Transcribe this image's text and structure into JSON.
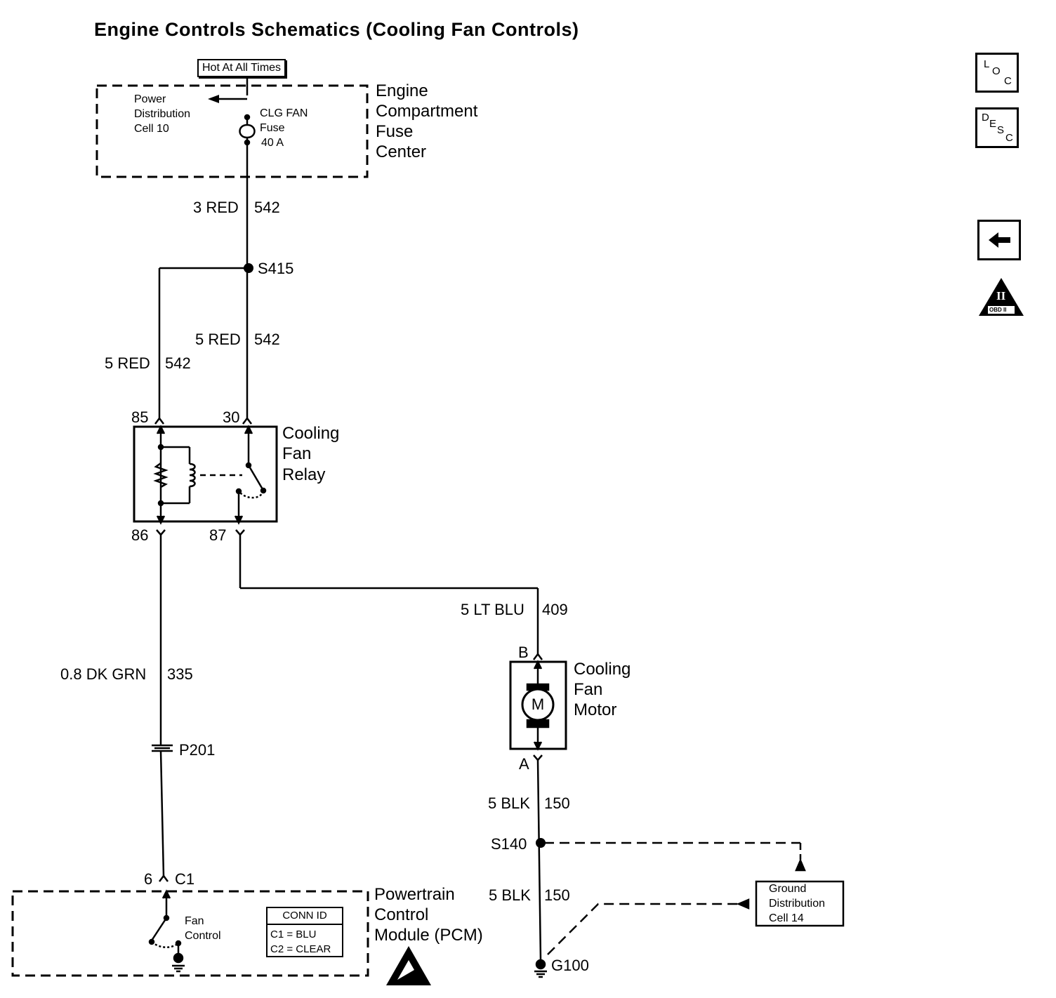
{
  "title": "Engine Controls Schematics (Cooling Fan Controls)",
  "hot_label": "Hot At All Times",
  "fuse_center": {
    "name_lines": [
      "Engine",
      "Compartment",
      "Fuse",
      "Center"
    ],
    "power_dist": [
      "Power",
      "Distribution",
      "Cell 10"
    ],
    "fuse": [
      "CLG FAN",
      "Fuse",
      "40 A"
    ]
  },
  "wires": {
    "w1": {
      "gauge_color": "3 RED",
      "circuit": "542"
    },
    "w2": {
      "gauge_color": "5 RED",
      "circuit": "542"
    },
    "w3": {
      "gauge_color": "5 RED",
      "circuit": "542"
    },
    "w4": {
      "gauge_color": "0.8 DK GRN",
      "circuit": "335"
    },
    "w5": {
      "gauge_color": "5 LT BLU",
      "circuit": "409"
    },
    "w6": {
      "gauge_color": "5 BLK",
      "circuit": "150"
    },
    "w7": {
      "gauge_color": "5 BLK",
      "circuit": "150"
    }
  },
  "splices": {
    "s415": "S415",
    "s140": "S140",
    "p201": "P201",
    "g100": "G100"
  },
  "relay": {
    "name_lines": [
      "Cooling",
      "Fan",
      "Relay"
    ],
    "pins": {
      "p85": "85",
      "p30": "30",
      "p86": "86",
      "p87": "87"
    }
  },
  "motor": {
    "name_lines": [
      "Cooling",
      "Fan",
      "Motor"
    ],
    "symbol": "M",
    "pins": {
      "b": "B",
      "a": "A"
    }
  },
  "pcm": {
    "name_lines": [
      "Powertrain",
      "Control",
      "Module (PCM)"
    ],
    "pin": "6",
    "connector": "C1",
    "switch": [
      "Fan",
      "Control"
    ],
    "conn_id": {
      "header": "CONN ID",
      "rows": [
        "C1 = BLU",
        "C2 = CLEAR"
      ]
    }
  },
  "ground_dist": [
    "Ground",
    "Distribution",
    "Cell 14"
  ],
  "side_icons": {
    "loc": {
      "l1": "L",
      "l2": "O",
      "l3": "C"
    },
    "desc": {
      "l1": "D",
      "l2": "E",
      "l3": "S",
      "l4": "C"
    },
    "back": "back-arrow-icon",
    "obd": {
      "roman": "II",
      "text": "OBD II"
    }
  }
}
